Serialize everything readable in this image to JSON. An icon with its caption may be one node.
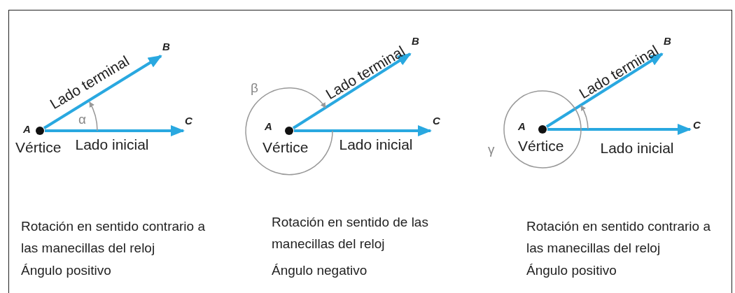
{
  "diagram": {
    "nodes": [
      {
        "text": [],
        "shape": "circle",
        "beside": [
          "A",
          "Vértice"
        ]
      },
      {
        "text": [
          "B"
        ]
      },
      {
        "text": [
          "C"
        ]
      },
      {
        "text": [],
        "shape": "circle",
        "beside": [
          "A",
          "Vértice"
        ]
      },
      {
        "text": [
          "B"
        ]
      },
      {
        "text": [
          "C"
        ]
      },
      {
        "text": [],
        "shape": "circle",
        "beside": [
          "A",
          "Vértice"
        ]
      },
      {
        "text": [
          "B"
        ]
      },
      {
        "text": [
          "C"
        ]
      }
    ],
    "edges": [
      {
        "from": 0,
        "to": 1,
        "arrow": "to",
        "label": "Lado terminal"
      },
      {
        "from": 0,
        "to": 2,
        "arrow": "to",
        "label": "Lado inicial"
      },
      {
        "from": 3,
        "to": 4,
        "arrow": "to",
        "label": "Lado terminal"
      },
      {
        "from": 3,
        "to": 5,
        "arrow": "to",
        "label": "Lado inicial"
      },
      {
        "from": 6,
        "to": 7,
        "arrow": "to",
        "label": "Lado terminal"
      },
      {
        "from": 6,
        "to": 8,
        "arrow": "to",
        "label": "Lado inicial"
      }
    ],
    "labels": [
      "α",
      "β",
      "γ",
      "Rotación en sentido contrario a las manecillas del reloj",
      "Ángulo positivo",
      "Rotación en sentido de las manecillas del reloj",
      "Ángulo negativo",
      "Rotación en sentido contrario a las manecillas del reloj",
      "Ángulo positivo"
    ]
  }
}
